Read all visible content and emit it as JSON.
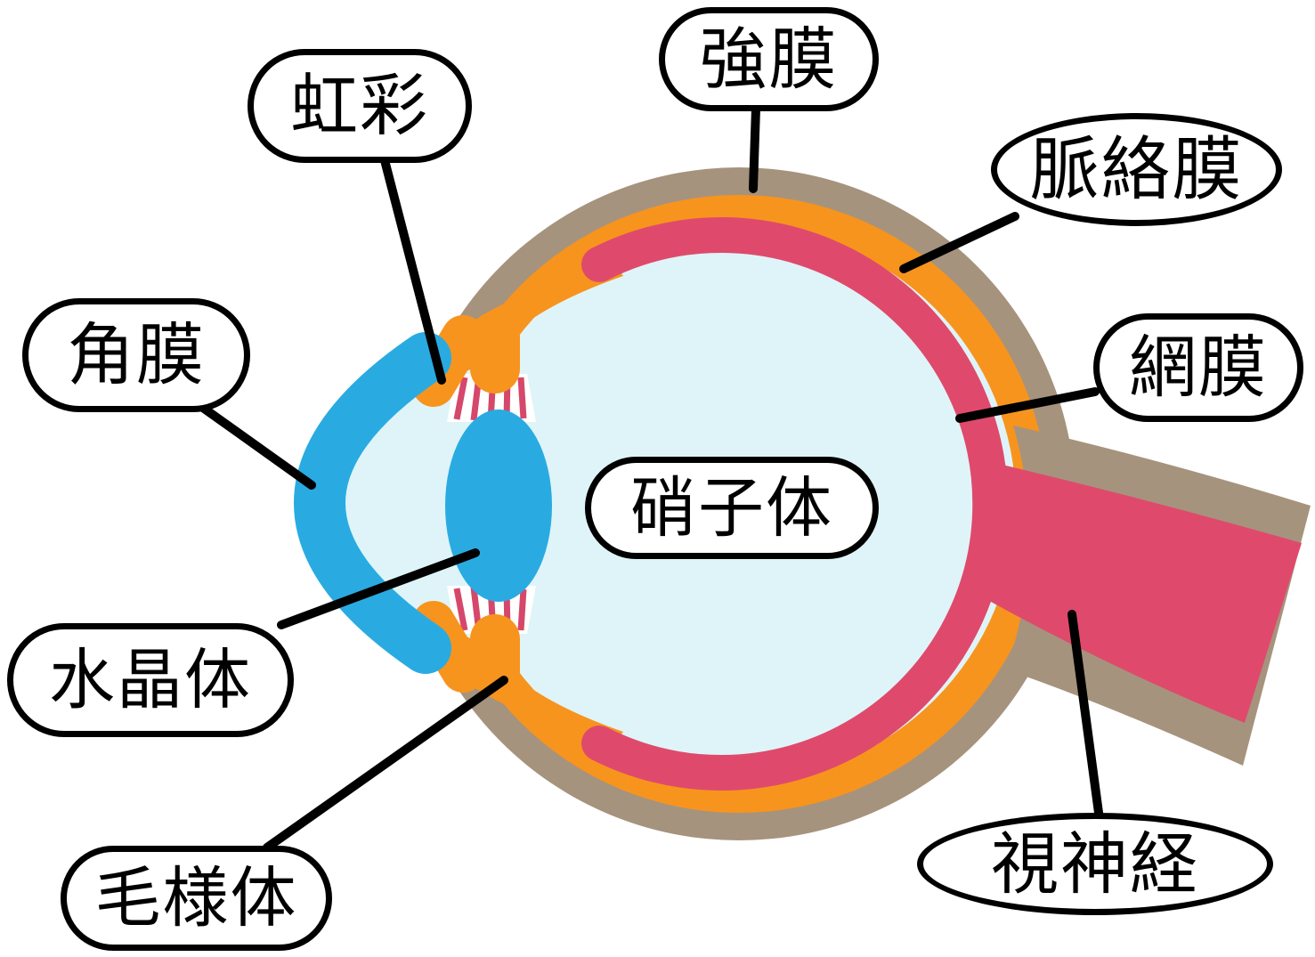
{
  "labels": {
    "sclera": {
      "text": "強膜"
    },
    "choroid": {
      "text": "脈絡膜"
    },
    "retina": {
      "text": "網膜"
    },
    "vitreous": {
      "text": "硝子体"
    },
    "cornea": {
      "text": "角膜"
    },
    "iris": {
      "text": "虹彩"
    },
    "lens": {
      "text": "水晶体"
    },
    "ciliary": {
      "text": "毛様体"
    },
    "optic_nerve": {
      "text": "視神経"
    }
  },
  "colors": {
    "sclera_tan": "#A6937D",
    "choroid_orange": "#F7941E",
    "retina_rose": "#DF4A6C",
    "vitreous_cyan": "#DFF4F8",
    "cornea_lens_blue": "#29ABE2",
    "zonule_rose": "#D5486B",
    "zonule_white": "#FFFFFF",
    "optic_nerve_rose": "#DF4A6C",
    "outline_black": "#000000",
    "background": "#FFFFFF"
  }
}
